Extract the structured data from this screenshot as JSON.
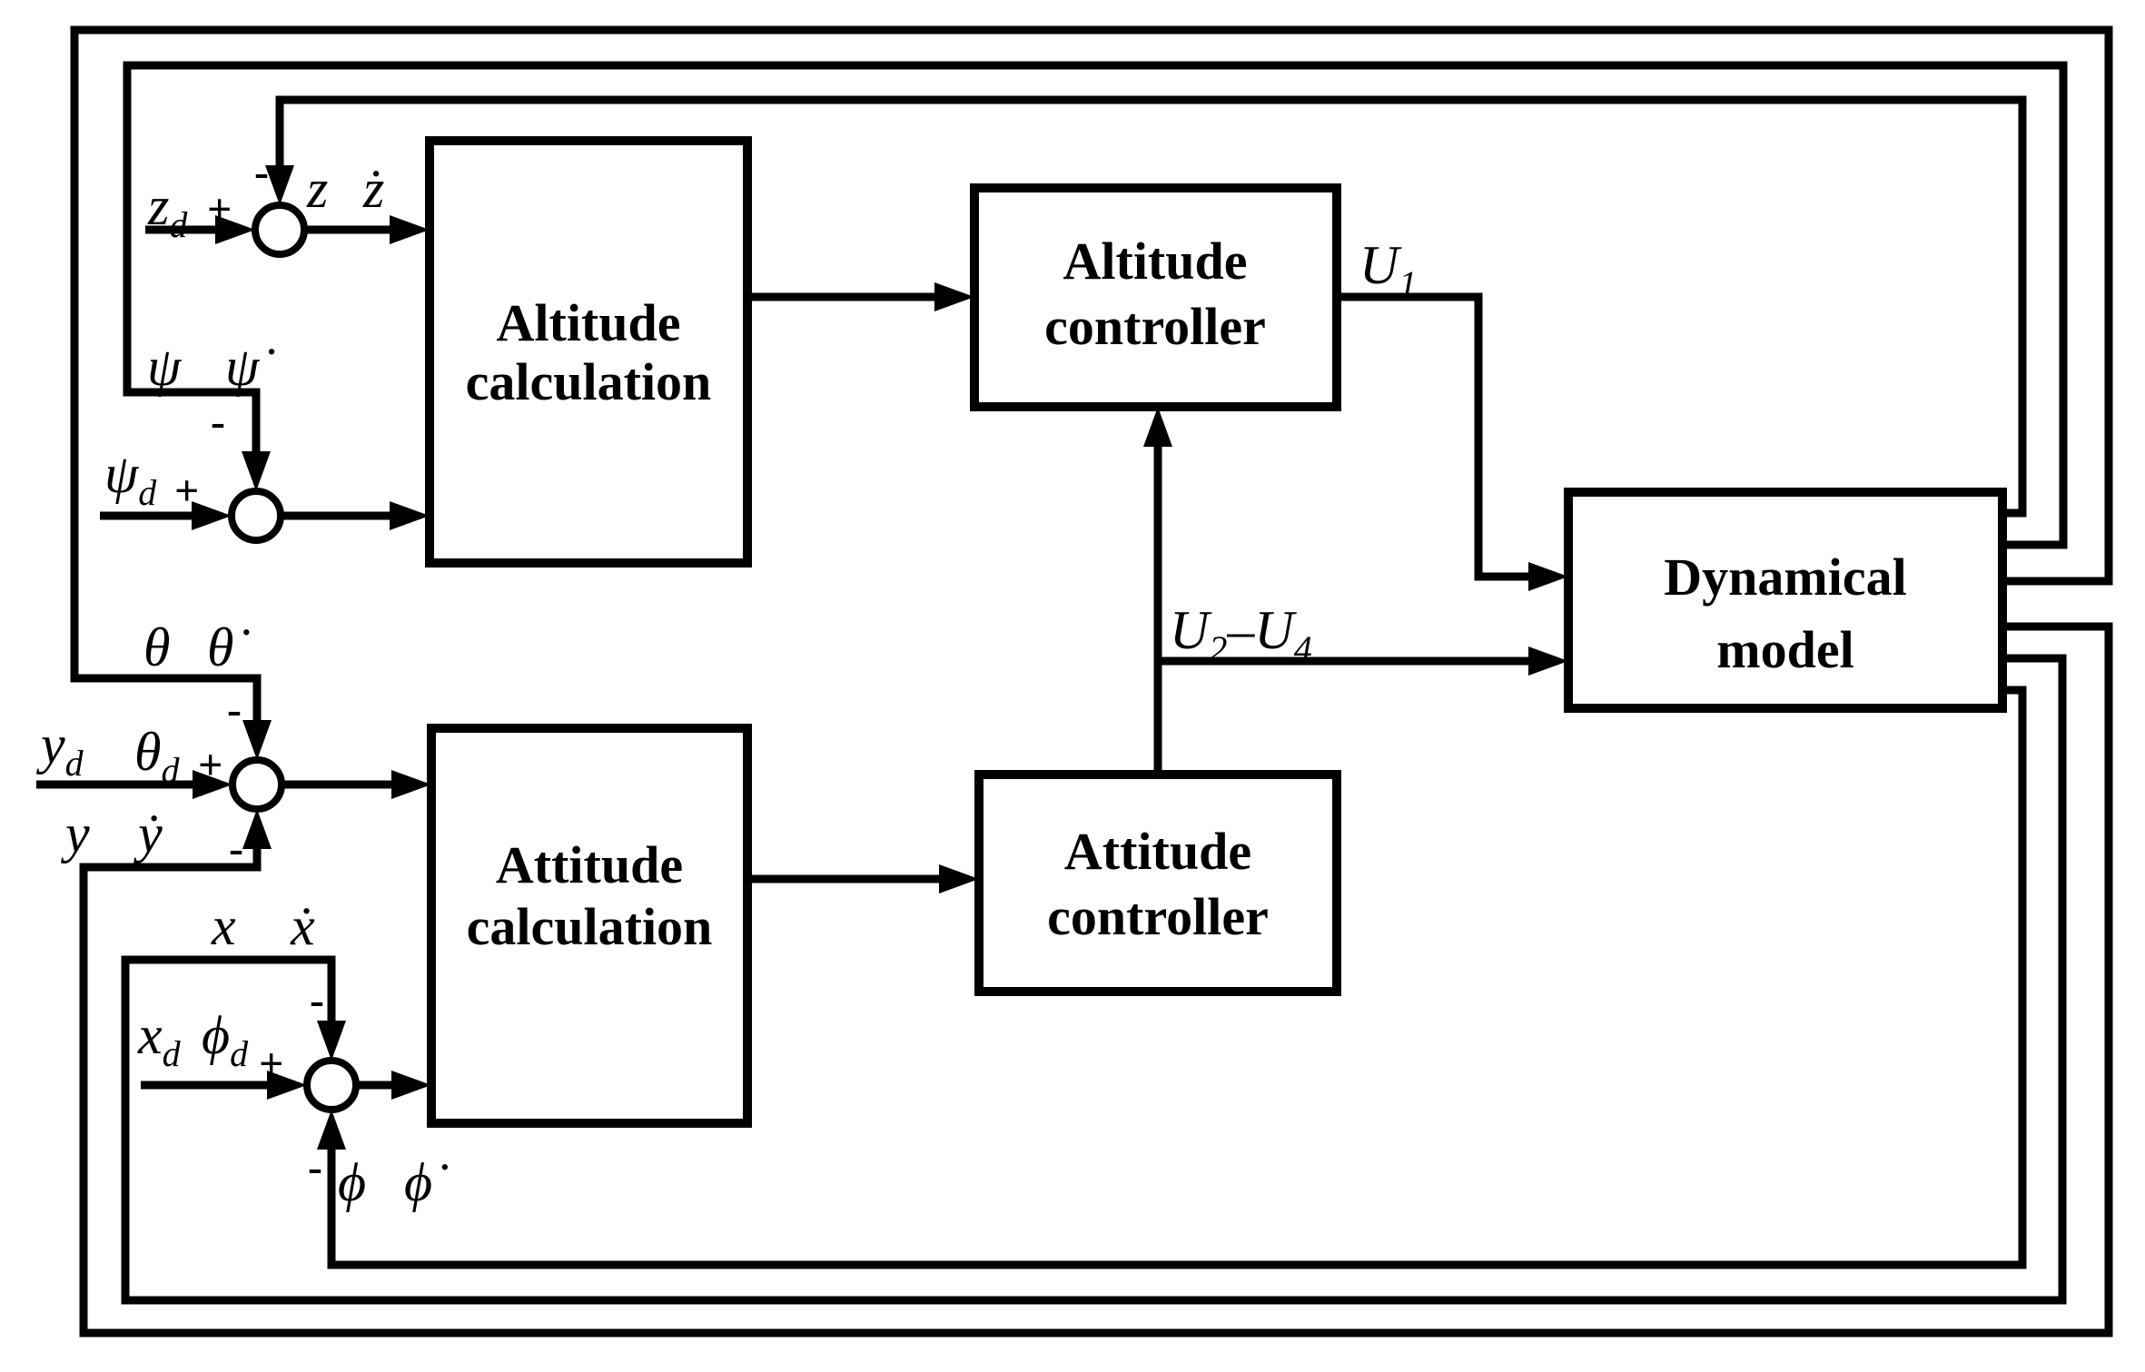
{
  "figure": {
    "background_color": "#ffffff",
    "stroke_color": "#000000",
    "blocks": {
      "altitude_calculation": {
        "line1": "Altitude",
        "line2": "calculation"
      },
      "altitude_controller": {
        "line1": "Altitude",
        "line2": "controller"
      },
      "attitude_calculation": {
        "line1": "Attitude",
        "line2": "calculation"
      },
      "attitude_controller": {
        "line1": "Attitude",
        "line2": "controller"
      },
      "dynamical_model": {
        "line1": "Dynamical",
        "line2": "model"
      }
    },
    "labels": {
      "z_desired": {
        "base": "z",
        "sub": "d"
      },
      "z": "z",
      "z_dot": "ż",
      "psi": "ψ",
      "psi_dot": "ψ̇",
      "psi_desired": {
        "base": "ψ",
        "sub": "d"
      },
      "theta": "θ",
      "theta_dot": "θ̇",
      "y_desired": {
        "base": "y",
        "sub": "d"
      },
      "theta_desired": {
        "base": "θ",
        "sub": "d"
      },
      "y": "y",
      "y_dot": "ẏ",
      "x": "x",
      "x_dot": "ẋ",
      "x_desired": {
        "base": "x",
        "sub": "d"
      },
      "phi_desired": {
        "base": "ϕ",
        "sub": "d"
      },
      "phi": "ϕ",
      "phi_dot": "ϕ̇",
      "u1": {
        "base": "U",
        "sub": "1"
      },
      "u2_u4": {
        "base": "U",
        "sub_from": "2",
        "dash": "–",
        "sub_to": "4"
      },
      "plus": "+",
      "minus": "-"
    }
  }
}
